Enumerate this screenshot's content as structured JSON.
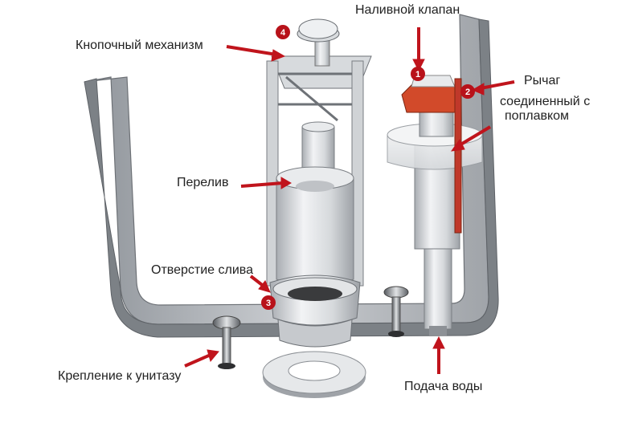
{
  "labels": {
    "fill_valve": "Наливной клапан",
    "button_mechanism": "Кнопочный механизм",
    "lever": "Рычаг",
    "lever_float_line1": "соединенный с",
    "lever_float_line2": "поплавком",
    "overflow": "Перелив",
    "drain_hole": "Отверстие слива",
    "toilet_mount": "Крепление к унитазу",
    "water_supply": "Подача воды"
  },
  "badges": {
    "b1": "1",
    "b2": "2",
    "b3": "3",
    "b4": "4"
  },
  "colors": {
    "arrow": "#c0141c",
    "badge": "#b8121a",
    "valve_head": "#d24a2a"
  }
}
